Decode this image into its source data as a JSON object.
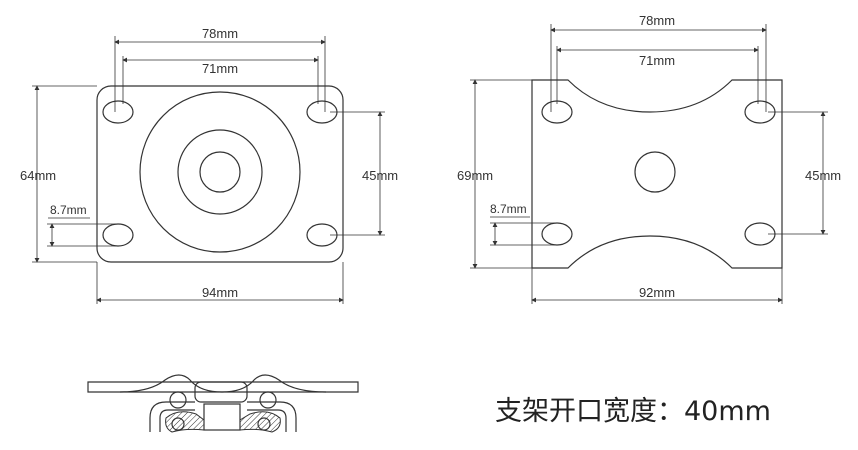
{
  "left_plate": {
    "dim_top_outer": "78mm",
    "dim_top_inner": "71mm",
    "dim_height": "64mm",
    "dim_holes": "45mm",
    "dim_slot": "8.7mm",
    "dim_width": "94mm"
  },
  "right_plate": {
    "dim_top_outer": "78mm",
    "dim_top_inner": "71mm",
    "dim_height": "69mm",
    "dim_holes": "45mm",
    "dim_slot": "8.7mm",
    "dim_width": "92mm"
  },
  "caption": "支架开口宽度：40mm"
}
